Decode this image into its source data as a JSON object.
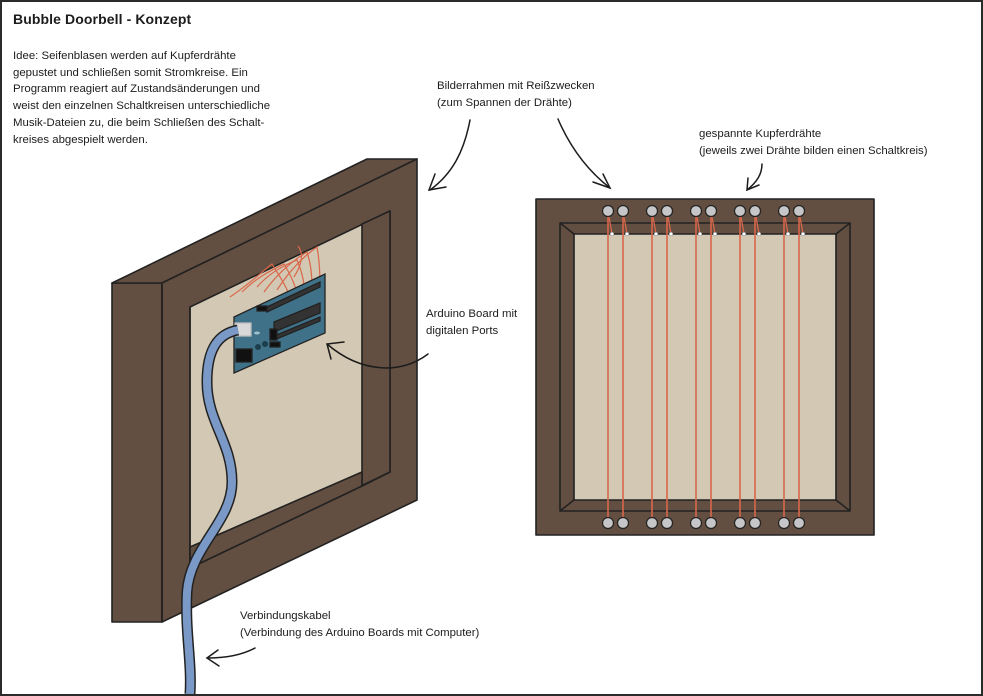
{
  "title": "Bubble Doorbell - Konzept",
  "idea": "Idee: Seifenblasen werden auf Kupferdrähte\ngepustet und schließen somit Stromkreise. Ein\nProgramm reagiert auf Zustandsänderungen und\nweist den einzelnen Schaltkreisen unterschiedliche\nMusik-Dateien zu, die beim Schließen des Schalt-\nkreises abgespielt werden.",
  "labels": {
    "frame": "Bilderrahmen mit Reißzwecken\n(zum Spannen der Drähte)",
    "wires": "gespannte Kupferdrähte\n(jeweils zwei Drähte bilden einen Schaltkreis)",
    "arduino": "Arduino Board mit\ndigitalen Ports",
    "cable": "Verbindungskabel\n(Verbindung des Arduino Boards mit Computer)"
  },
  "colors": {
    "frame": "#634f41",
    "backing": "#d3c8b3",
    "wire": "#d9674a",
    "pin": "#c6c6c8",
    "board": "#3f7289",
    "cable": "#7a99c6",
    "outline": "#222222"
  },
  "wire_pairs": 5
}
